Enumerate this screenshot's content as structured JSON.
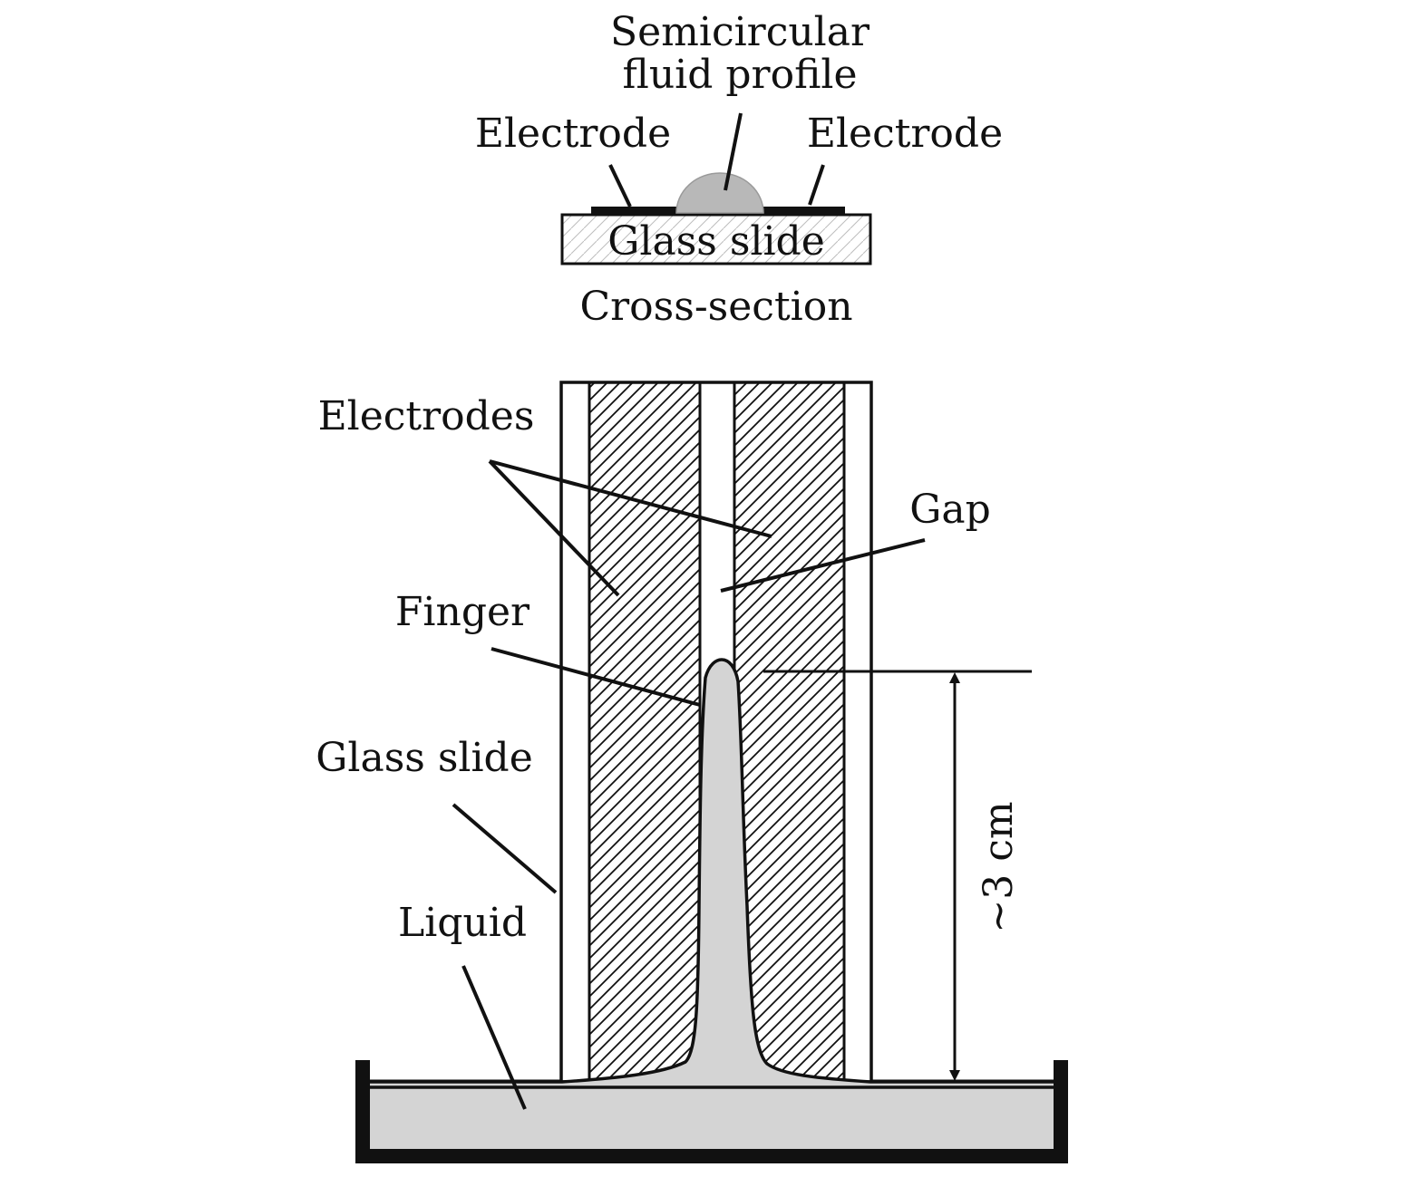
{
  "labels": {
    "semicircular_line1": "Semicircular",
    "semicircular_line2": "fluid profile",
    "electrode_left": "Electrode",
    "electrode_right": "Electrode",
    "glass_slide_top": "Glass slide",
    "cross_section": "Cross-section",
    "electrodes": "Electrodes",
    "gap": "Gap",
    "finger": "Finger",
    "glass_slide": "Glass slide",
    "liquid": "Liquid",
    "height": "~3 cm"
  },
  "colors": {
    "line": "#111111",
    "fluid": "#d4d4d4",
    "droplet": "#b8b8b8",
    "background": "#ffffff"
  }
}
